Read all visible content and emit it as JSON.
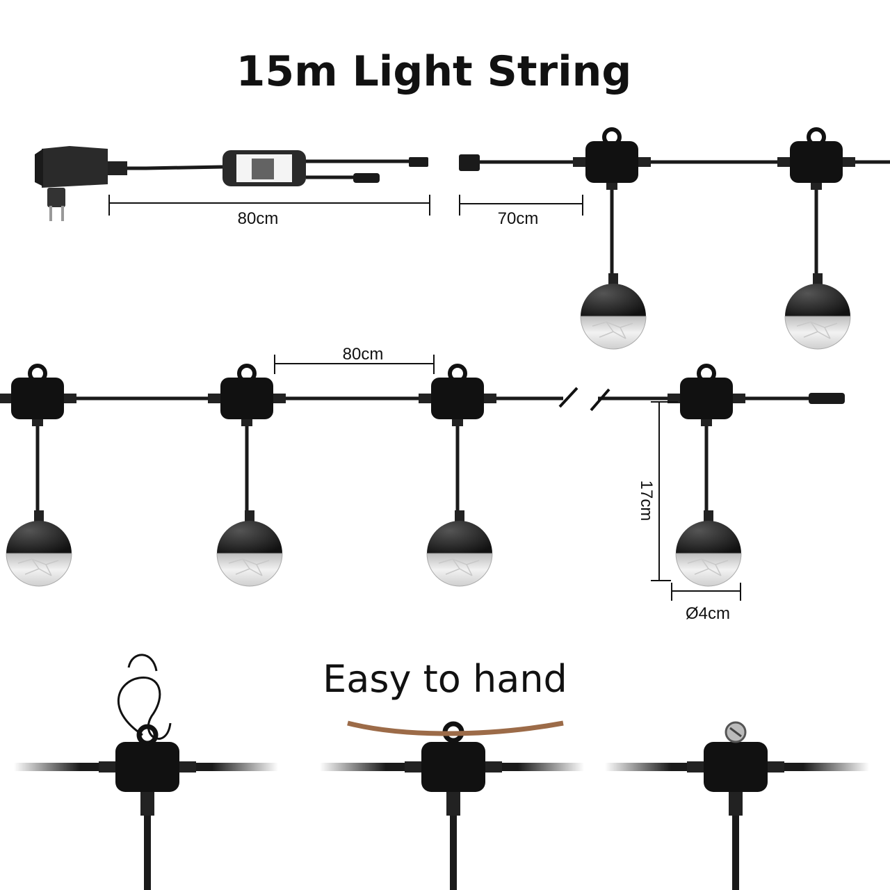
{
  "title": "15m Light String",
  "dimensions": {
    "adapter_cable": "80cm",
    "lead_cable": "70cm",
    "bulb_spacing": "80cm",
    "drop_length": "17cm",
    "bulb_diameter": "Ø4cm"
  },
  "hanging_section": {
    "title": "Easy to hand",
    "methods": [
      "hook-icon",
      "rope-icon",
      "screw-icon"
    ]
  },
  "colors": {
    "cable": "#1a1a1a",
    "bulb_top": "#1c1c1c",
    "bulb_diffuser": "#e6e6e6"
  }
}
